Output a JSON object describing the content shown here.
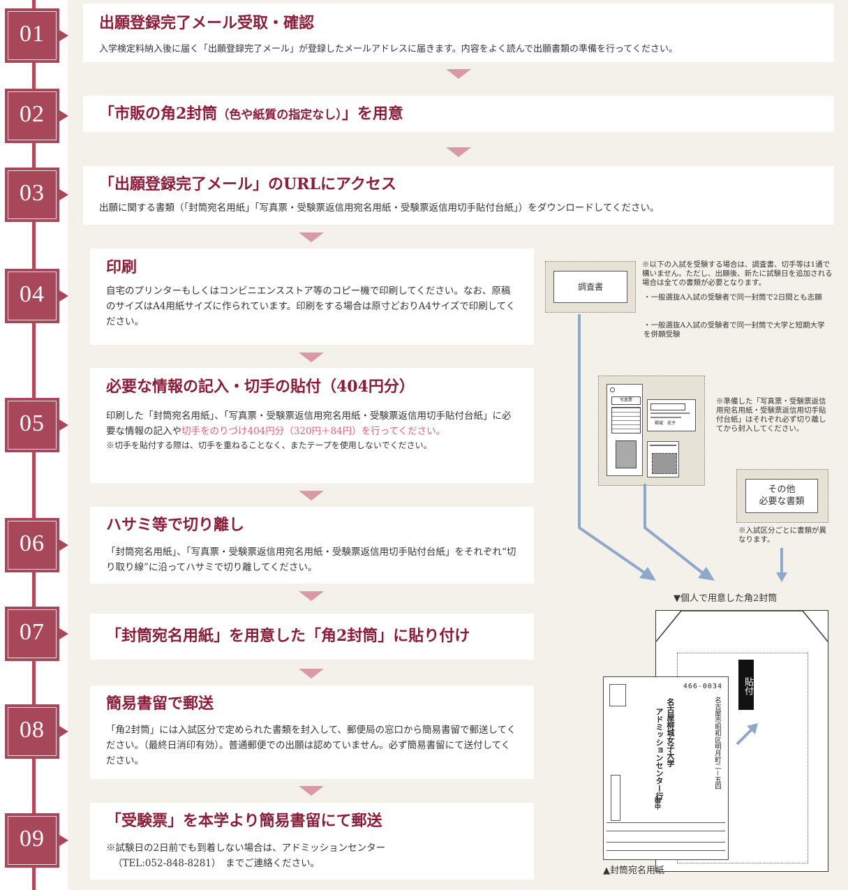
{
  "steps": [
    {
      "num": "01",
      "title": "出願登録完了メール受取・確認",
      "desc": "入学検定料納入後に届く「出願登録完了メール」が登録したメールアドレスに届きます。内容をよく読んで出願書類の準備を行ってください。"
    },
    {
      "num": "02",
      "title": "「市販の角2封筒",
      "title_small": "（色や紙質の指定なし）",
      "title_end": "」を用意"
    },
    {
      "num": "03",
      "title": "「出願登録完了メール」のURLにアクセス",
      "desc": "出願に関する書類（「封筒宛名用紙」「写真票・受験票返信用宛名用紙・受験票返信用切手貼付台紙」）をダウンロードしてください。"
    },
    {
      "num": "04",
      "title": "印刷",
      "desc": "自宅のプリンターもしくはコンビニエンスストア等のコピー機で印刷してください。なお、原稿のサイズはA4用紙サイズに作られています。印刷をする場合は原寸どおりA4サイズで印刷してください。"
    },
    {
      "num": "05",
      "title": "必要な情報の記入・切手の貼付（404円分）",
      "desc": "印刷した「封筒宛名用紙」、「写真票・受験票返信用宛名用紙・受験票返信用切手貼付台紙」に必要な情報の記入や",
      "desc_pink": "切手をのりづけ404円分（320円＋84円）を行ってください。",
      "note": "※切手を貼付する際は、切手を重ねることなく、またテープを使用しないでください。"
    },
    {
      "num": "06",
      "title": "ハサミ等で切り離し",
      "desc": "「封筒宛名用紙」、「写真票・受験票返信用宛名用紙・受験票返信用切手貼付台紙」をそれぞれ“切り取り線”に沿ってハサミで切り離してください。"
    },
    {
      "num": "07",
      "title": "「封筒宛名用紙」を用意した「角2封筒」に貼り付け"
    },
    {
      "num": "08",
      "title": "簡易書留で郵送",
      "desc": "「角2封筒」には入試区分で定められた書類を封入して、郵便局の窓口から簡易書留で郵送してください。（最終日消印有効）。普通郵便での出願は認めていません。必ず簡易書留にて送付してください。"
    },
    {
      "num": "09",
      "title": "「受験票」を本学より簡易書留にて郵送",
      "desc": "※試験日の2日前でも到着しない場合は、アドミッションセンター",
      "desc2": "（TEL:052-848-8281）　までご連絡ください。"
    }
  ],
  "illus": {
    "chosa_label": "調査書",
    "chosa_note": "※以下の入試を受験する場合は、調査書、切手等は1通で構いません。ただし、出願後、新たに試験日を追加される場合は全ての書類が必要となります。",
    "bullets": [
      "一般選抜A入試の受験者で同一封筒で2日間とも志願",
      "一般選抜A入試の受験者で同一封筒で大学と短期大学を併願受験"
    ],
    "forms_note": "※準備した「写真票・受験票返信用宛名用紙・受験票返信用切手貼付台紙」はそれぞれ必ず切り離してから封入してください。",
    "photo_label": "写真票",
    "reply_name": "椙城　花子",
    "other_label1": "その他",
    "other_label2": "必要な書類",
    "other_note": "※入試区分ごとに書類が異なります。",
    "envelope_caption": "▼個人で用意した角2封筒",
    "stamp_label": "貼付",
    "postal_code": "466-0034",
    "address": "名古屋市昭和区明月町二－五四",
    "recipient1": "名古屋柳城女子大学",
    "recipient2": "アドミッションセンター行",
    "onchu": "御中",
    "form_caption": "▲封筒宛名用紙"
  },
  "colors": {
    "accent": "#a8465a",
    "title": "#8a1c38",
    "pink": "#e06079",
    "arrow": "#d99aa6",
    "blue_arrow": "#8fa7c8"
  }
}
